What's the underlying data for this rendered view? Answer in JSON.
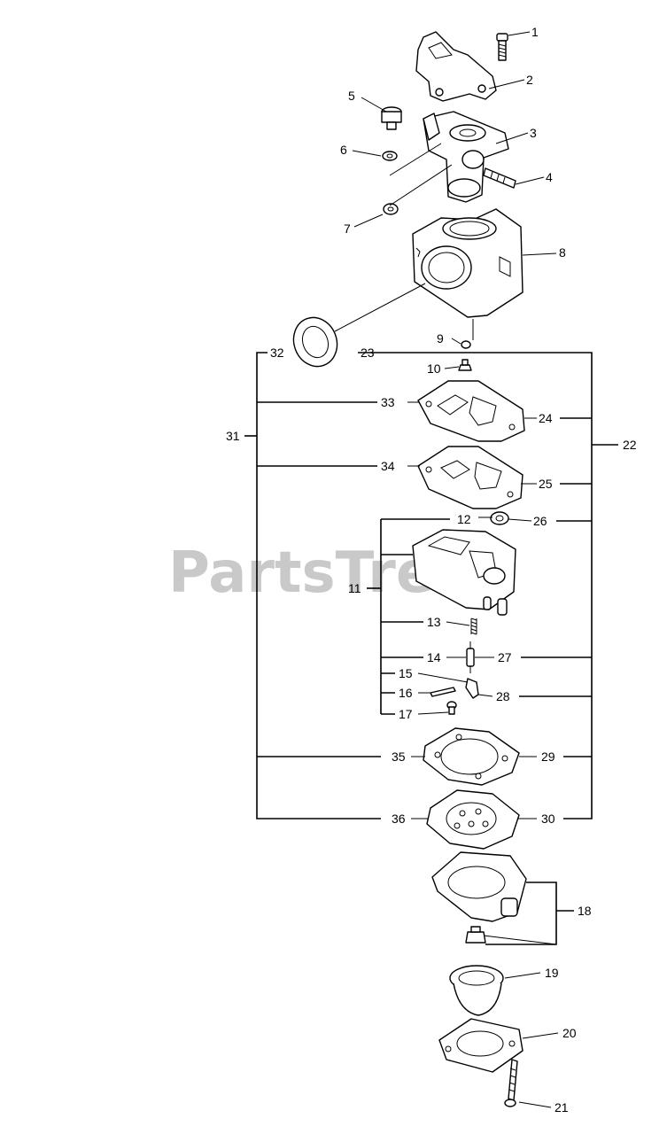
{
  "watermark": {
    "text": "PartsTree",
    "mark": "™"
  },
  "callouts": {
    "c1": "1",
    "c2": "2",
    "c3": "3",
    "c4": "4",
    "c5": "5",
    "c6": "6",
    "c7": "7",
    "c8": "8",
    "c9": "9",
    "c10": "10",
    "c11": "11",
    "c12": "12",
    "c13": "13",
    "c14": "14",
    "c15": "15",
    "c16": "16",
    "c17": "17",
    "c18": "18",
    "c19": "19",
    "c20": "20",
    "c21": "21",
    "c22": "22",
    "c23": "23",
    "c24": "24",
    "c25": "25",
    "c26": "26",
    "c27": "27",
    "c28": "28",
    "c29": "29",
    "c30": "30",
    "c31": "31",
    "c32": "32",
    "c33": "33",
    "c34": "34",
    "c35": "35",
    "c36": "36"
  }
}
